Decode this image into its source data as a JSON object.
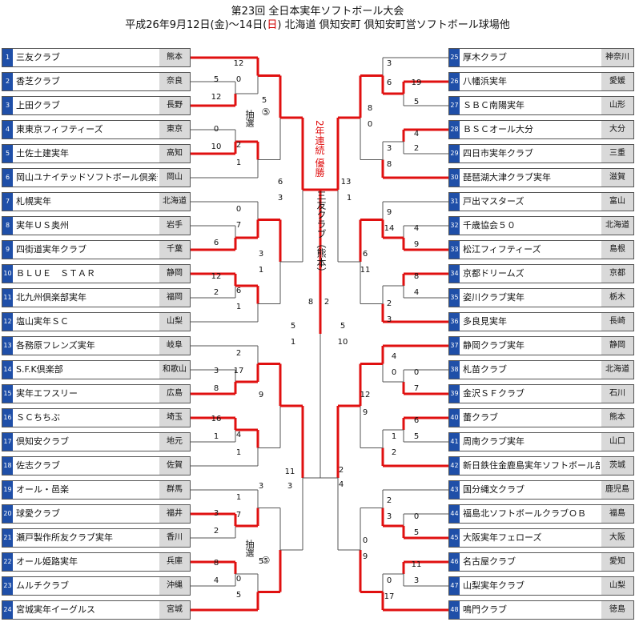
{
  "header": {
    "title": "第23回 全日本実年ソフトボール大会",
    "dates_pre": "平成26年9月12日(金)〜14日(",
    "dates_red": "日",
    "dates_post": ") 北海道 倶知安町 倶知安町営ソフトボール球場他"
  },
  "champion": {
    "banner": "2年連続 優勝",
    "team": "三友クラブ（熊本）"
  },
  "left_teams": [
    {
      "num": "1",
      "name": "三友クラブ",
      "pref": "熊本"
    },
    {
      "num": "2",
      "name": "香芝クラブ",
      "pref": "奈良"
    },
    {
      "num": "3",
      "name": "上田クラブ",
      "pref": "長野"
    },
    {
      "num": "4",
      "name": "東東京フィフティーズ",
      "pref": "東京"
    },
    {
      "num": "5",
      "name": "土佐土建実年",
      "pref": "高知"
    },
    {
      "num": "6",
      "name": "岡山ユナイテッドソフトボール倶楽部",
      "pref": "岡山"
    },
    {
      "num": "7",
      "name": "札幌実年",
      "pref": "北海道"
    },
    {
      "num": "8",
      "name": "実年ＵＳ奥州",
      "pref": "岩手"
    },
    {
      "num": "9",
      "name": "四街道実年クラブ",
      "pref": "千葉"
    },
    {
      "num": "10",
      "name": "ＢＬＵＥ　ＳＴＡＲ",
      "pref": "静岡"
    },
    {
      "num": "11",
      "name": "北九州倶楽部実年",
      "pref": "福岡"
    },
    {
      "num": "12",
      "name": "塩山実年ＳＣ",
      "pref": "山梨"
    },
    {
      "num": "13",
      "name": "各務原フレンズ実年",
      "pref": "岐阜"
    },
    {
      "num": "14",
      "name": "S.F.K倶楽部",
      "pref": "和歌山"
    },
    {
      "num": "15",
      "name": "実年エフスリー",
      "pref": "広島"
    },
    {
      "num": "16",
      "name": "ＳＣちちぶ",
      "pref": "埼玉"
    },
    {
      "num": "17",
      "name": "倶知安クラブ",
      "pref": "地元"
    },
    {
      "num": "18",
      "name": "佐志クラブ",
      "pref": "佐賀"
    },
    {
      "num": "19",
      "name": "オール・邑楽",
      "pref": "群馬"
    },
    {
      "num": "20",
      "name": "球愛クラブ",
      "pref": "福井"
    },
    {
      "num": "21",
      "name": "瀬戸製作所友クラブ実年",
      "pref": "香川"
    },
    {
      "num": "22",
      "name": "オール姫路実年",
      "pref": "兵庫"
    },
    {
      "num": "23",
      "name": "ムルチクラブ",
      "pref": "沖縄"
    },
    {
      "num": "24",
      "name": "宮城実年イーグルス",
      "pref": "宮城"
    }
  ],
  "right_teams": [
    {
      "num": "25",
      "name": "厚木クラブ",
      "pref": "神奈川"
    },
    {
      "num": "26",
      "name": "八幡浜実年",
      "pref": "愛媛"
    },
    {
      "num": "27",
      "name": "ＳＢＣ南陽実年",
      "pref": "山形"
    },
    {
      "num": "28",
      "name": "ＢＳＣオール大分",
      "pref": "大分"
    },
    {
      "num": "29",
      "name": "四日市実年クラブ",
      "pref": "三重"
    },
    {
      "num": "30",
      "name": "琵琶湖大津クラブ実年",
      "pref": "滋賀"
    },
    {
      "num": "31",
      "name": "戸出マスターズ",
      "pref": "富山"
    },
    {
      "num": "32",
      "name": "千歳協会５０",
      "pref": "北海道"
    },
    {
      "num": "33",
      "name": "松江フィフティーズ",
      "pref": "島根"
    },
    {
      "num": "34",
      "name": "京都ドリームズ",
      "pref": "京都"
    },
    {
      "num": "35",
      "name": "姿川クラブ実年",
      "pref": "栃木"
    },
    {
      "num": "36",
      "name": "多良見実年",
      "pref": "長崎"
    },
    {
      "num": "37",
      "name": "静岡クラブ実年",
      "pref": "静岡"
    },
    {
      "num": "38",
      "name": "札苗クラブ",
      "pref": "北海道"
    },
    {
      "num": "39",
      "name": "金沢ＳＦクラブ",
      "pref": "石川"
    },
    {
      "num": "40",
      "name": "蕾クラブ",
      "pref": "熊本"
    },
    {
      "num": "41",
      "name": "周南クラブ実年",
      "pref": "山口"
    },
    {
      "num": "42",
      "name": "新日鉄住金鹿島実年ソフトボール部",
      "pref": "茨城"
    },
    {
      "num": "43",
      "name": "国分縄文クラブ",
      "pref": "鹿児島"
    },
    {
      "num": "44",
      "name": "福島北ソフトボールクラブＯＢ",
      "pref": "福島"
    },
    {
      "num": "45",
      "name": "大阪実年フェローズ",
      "pref": "大阪"
    },
    {
      "num": "46",
      "name": "名古屋クラブ",
      "pref": "愛知"
    },
    {
      "num": "47",
      "name": "山梨実年クラブ",
      "pref": "山梨"
    },
    {
      "num": "48",
      "name": "鳴門クラブ",
      "pref": "徳島"
    }
  ],
  "notes": {
    "lottery_top": "抽選",
    "lottery_top_mark": "⑤",
    "lottery_bottom": "抽選",
    "lottery_bottom_mark": "⑤"
  },
  "scores": [
    "12",
    "0",
    "5",
    "12",
    "0",
    "10",
    "2",
    "1",
    "5",
    "6",
    "3",
    "0",
    "7",
    "6",
    "12",
    "2",
    "6",
    "1",
    "3",
    "1",
    "2",
    "3",
    "8",
    "17",
    "16",
    "1",
    "4",
    "1",
    "9",
    "3",
    "1",
    "3",
    "2",
    "7",
    "8",
    "4",
    "0",
    "5",
    "5",
    "11",
    "3",
    "5",
    "1",
    "8",
    "2",
    "5",
    "10",
    "3",
    "6",
    "19",
    "5",
    "4",
    "2",
    "3",
    "8",
    "8",
    "0",
    "13",
    "1",
    "9",
    "4",
    "14",
    "9",
    "8",
    "4",
    "2",
    "3",
    "6",
    "11",
    "4",
    "0",
    "0",
    "7",
    "6",
    "5",
    "1",
    "2",
    "12",
    "9",
    "2",
    "3",
    "0",
    "5",
    "11",
    "3",
    "0",
    "17",
    "0",
    "9",
    "2",
    "4"
  ],
  "colors": {
    "win": "#e01010",
    "line": "#555555",
    "num_bg": "#1f4fa8",
    "pref_bg": "#d9d9d9"
  }
}
